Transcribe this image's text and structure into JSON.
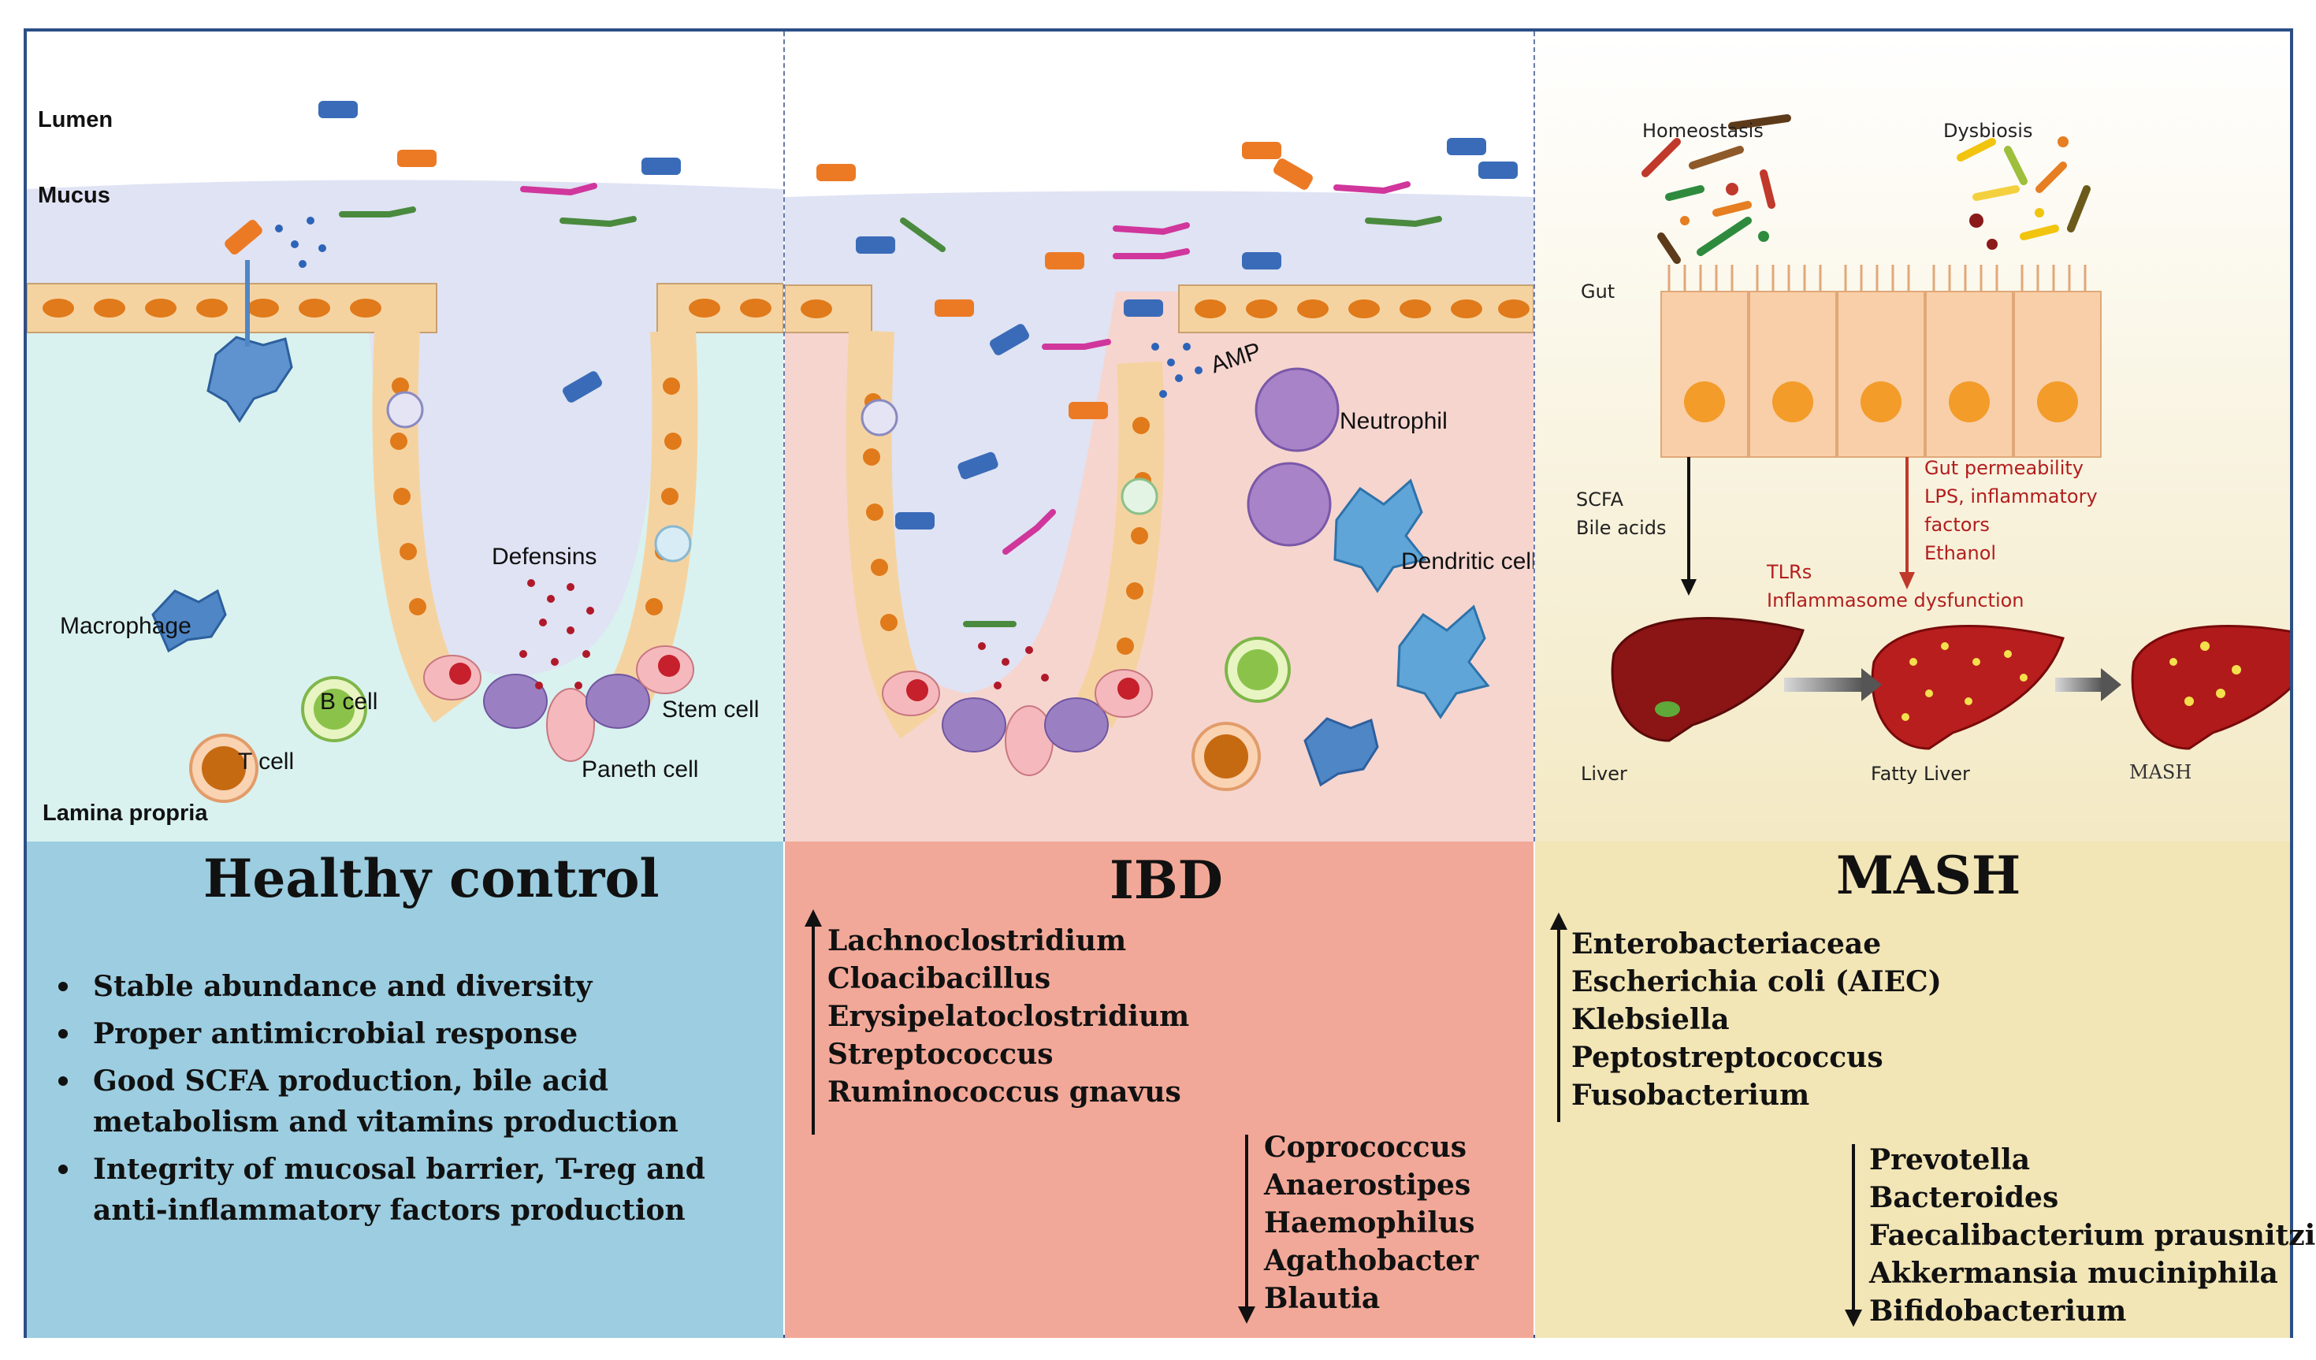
{
  "colors": {
    "frame": "#2c4f86",
    "healthy_bg": "#d9f2ef",
    "ibd_bg": "#f6d5cf",
    "mash_bg": "#f7f1dc",
    "healthy_box": "#9ccde0",
    "ibd_box": "#f2a898",
    "mash_box": "#f2e5b6"
  },
  "healthy": {
    "labels": {
      "lumen": "Lumen",
      "mucus": "Mucus",
      "macrophage": "Macrophage",
      "b_cell": "B cell",
      "t_cell": "T cell",
      "lamina_propria": "Lamina propria",
      "defensins": "Defensins",
      "stem_cell": "Stem cell",
      "paneth_cell": "Paneth cell"
    },
    "title": "Healthy control",
    "bullets": [
      "Stable abundance and diversity",
      "Proper antimicrobial response",
      "Good SCFA production, bile acid metabolism and vitamins production",
      "Integrity of mucosal barrier, T-reg and anti-inflammatory factors production"
    ]
  },
  "ibd": {
    "labels": {
      "amp": "AMP",
      "neutrophil": "Neutrophil",
      "dendritic_cell": "Dendritic cell"
    },
    "title": "IBD",
    "increased": [
      "Lachnoclostridium",
      "Cloacibacillus",
      "Erysipelatoclostridium",
      "Streptococcus",
      "Ruminococcus gnavus"
    ],
    "decreased": [
      "Coprococcus",
      "Anaerostipes",
      "Haemophilus",
      "Agathobacter",
      "Blautia"
    ]
  },
  "mash": {
    "labels": {
      "homeostasis": "Homeostasis",
      "dysbiosis": "Dysbiosis",
      "gut": "Gut",
      "scfa": "SCFA",
      "bile_acids": "Bile acids",
      "gut_permeability": "Gut permeability",
      "lps": "LPS, inflammatory",
      "factors": "factors",
      "ethanol": "Ethanol",
      "tlrs": "TLRs",
      "inflammasome": "Inflammasome dysfunction",
      "liver": "Liver",
      "fatty_liver": "Fatty Liver",
      "mash": "MASH"
    },
    "title": "MASH",
    "increased": [
      "Enterobacteriaceae",
      "Escherichia coli (AIEC)",
      "Klebsiella",
      "Peptostreptococcus",
      "Fusobacterium"
    ],
    "decreased": [
      "Prevotella",
      "Bacteroides",
      "Faecalibacterium prausnitzii",
      "Akkermansia muciniphila",
      "Bifidobacterium"
    ]
  }
}
